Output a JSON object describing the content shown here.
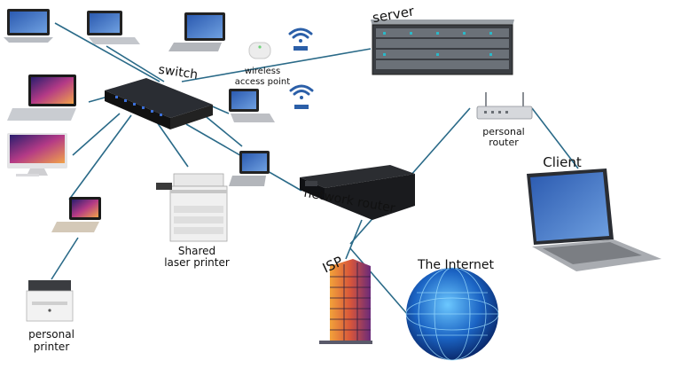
{
  "labels": {
    "switch": "switch",
    "server": "server",
    "wireless_ap_line1": "wireless",
    "wireless_ap_line2": "access point",
    "personal_router_line1": "personal",
    "personal_router_line2": "router",
    "client": "Client",
    "network_router": "network router",
    "shared_printer_line1": "Shared",
    "shared_printer_line2": "laser printer",
    "isp": "ISP",
    "internet": "The Internet",
    "personal_printer_line1": "personal",
    "personal_printer_line2": "printer"
  },
  "colors": {
    "link": "#2a6a88",
    "wifi": "#2b5fa8",
    "laptop_screen": "#3e77c7",
    "mac_screen": "#5a3aa6"
  }
}
